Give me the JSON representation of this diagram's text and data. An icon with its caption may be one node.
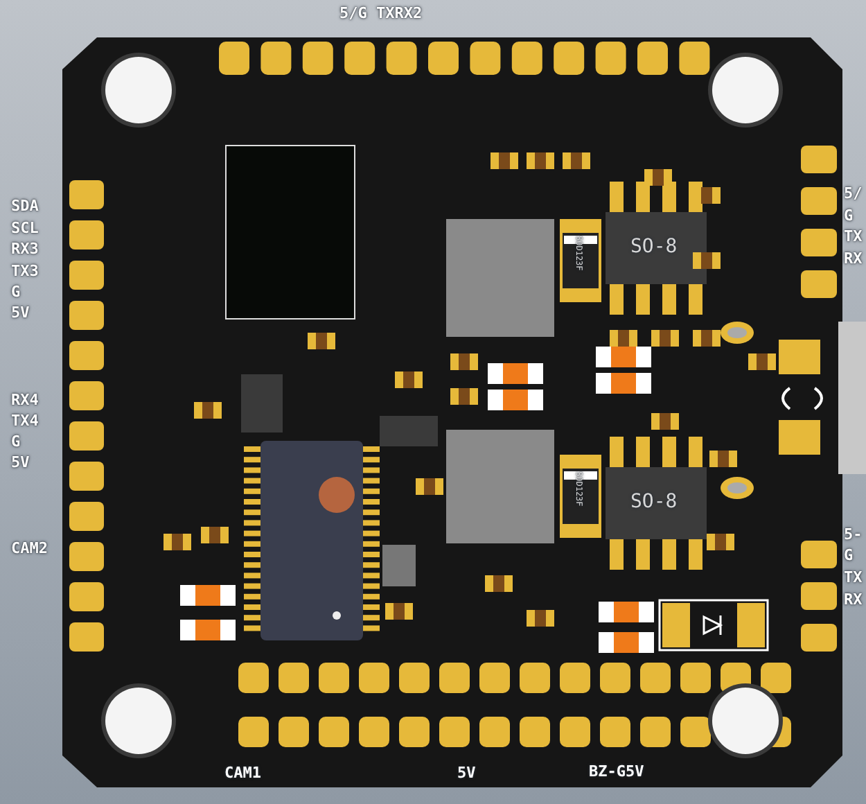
{
  "diagram": {
    "labels": [
      "5/G TXRX2",
      "SDA",
      "SCL",
      "RX3",
      "TX3",
      "G",
      "5V",
      "RX4",
      "TX4",
      "G",
      "5V",
      "CAM2",
      "5/",
      "G",
      "TX",
      "RX",
      "5-",
      "G",
      "TX",
      "RX",
      "SO-8",
      "SOD123F",
      "SO-8",
      "SOD123F",
      "CAM1",
      "5V",
      "BZ-G5V"
    ]
  }
}
